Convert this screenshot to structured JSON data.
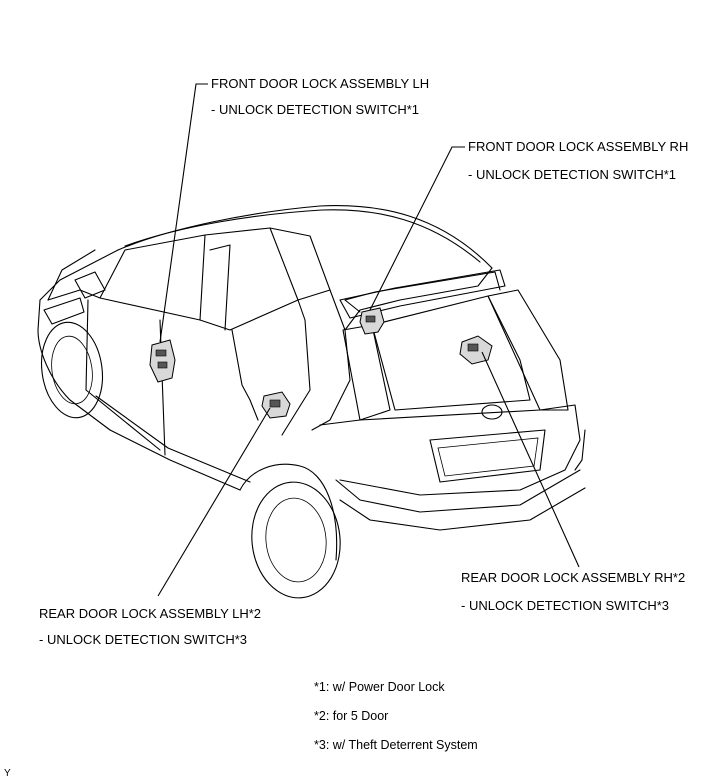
{
  "labels": {
    "front_lh": {
      "name": "FRONT DOOR LOCK ASSEMBLY LH",
      "sub": "- UNLOCK DETECTION SWITCH*1"
    },
    "front_rh": {
      "name": "FRONT DOOR LOCK ASSEMBLY RH",
      "sub": "- UNLOCK DETECTION SWITCH*1"
    },
    "rear_lh": {
      "name": "REAR DOOR LOCK ASSEMBLY LH*2",
      "sub": "- UNLOCK DETECTION SWITCH*3"
    },
    "rear_rh": {
      "name": "REAR DOOR LOCK ASSEMBLY RH*2",
      "sub": "- UNLOCK DETECTION SWITCH*3"
    }
  },
  "notes": [
    "*1: w/ Power Door Lock",
    "*2: for 5 Door",
    "*3: w/ Theft Deterrent System"
  ],
  "figure_code": "Y"
}
